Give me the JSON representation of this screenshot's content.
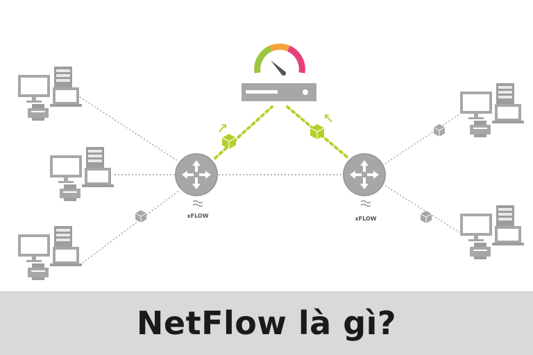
{
  "caption": "NetFlow là gì?",
  "router_label_left": "xFLOW",
  "router_label_right": "xFLOW",
  "colors": {
    "device_gray": "#a7a7a8",
    "device_dark": "#8e8e8f",
    "link_dotted": "#9a9a9a",
    "flow_green": "#b7cf2c",
    "caption_bar": "#d9d9d9",
    "gauge_green": "#9bc53d",
    "gauge_orange": "#f3a33a",
    "gauge_pink": "#e8407a"
  },
  "icons": [
    "workstation-icon",
    "router-icon",
    "collector-server-icon",
    "gauge-icon",
    "packet-cube-icon",
    "flow-record-icon"
  ]
}
